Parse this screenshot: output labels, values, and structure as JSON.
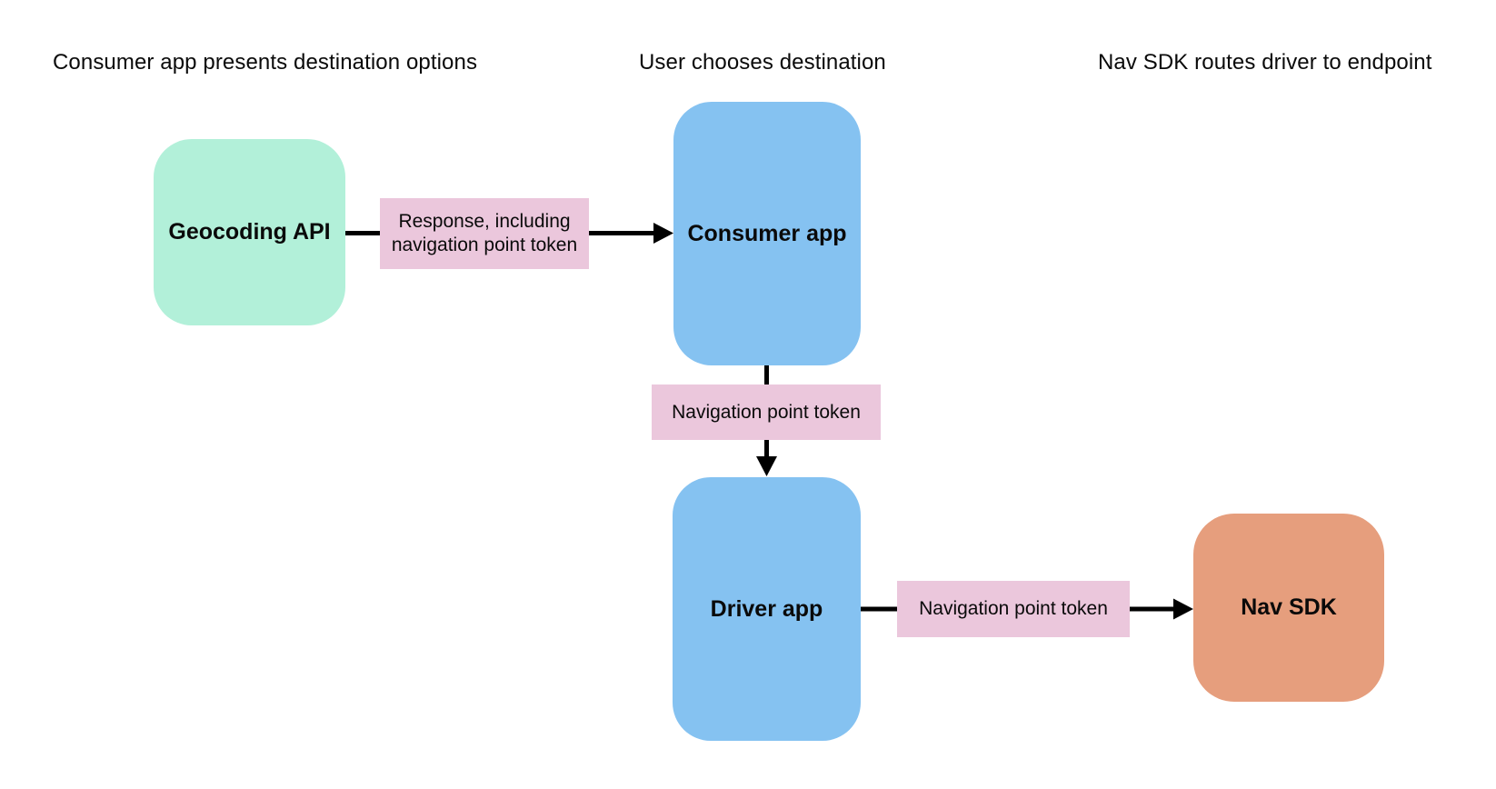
{
  "diagram": {
    "headers": [
      "Consumer app presents destination options",
      "User chooses destination",
      "Nav SDK routes driver to endpoint"
    ],
    "nodes": [
      {
        "id": "geocoding-api",
        "label": "Geocoding API",
        "fill": "#b2f0d9"
      },
      {
        "id": "consumer-app",
        "label": "Consumer app",
        "fill": "#85c2f1"
      },
      {
        "id": "driver-app",
        "label": "Driver app",
        "fill": "#85c2f1"
      },
      {
        "id": "nav-sdk",
        "label": "Nav SDK",
        "fill": "#e69e7d"
      }
    ],
    "edges": [
      {
        "from": "Geocoding API",
        "to": "Consumer app",
        "label": "Response, including navigation point token",
        "label_bg": "#ebc7dc"
      },
      {
        "from": "Consumer app",
        "to": "Driver app",
        "label": "Navigation point token",
        "label_bg": "#ebc7dc"
      },
      {
        "from": "Driver app",
        "to": "Nav SDK",
        "label": "Navigation point token",
        "label_bg": "#ebc7dc"
      }
    ],
    "colors": {
      "background": "#ffffff",
      "arrow": "#000000",
      "text": "#0a0a0a"
    }
  }
}
